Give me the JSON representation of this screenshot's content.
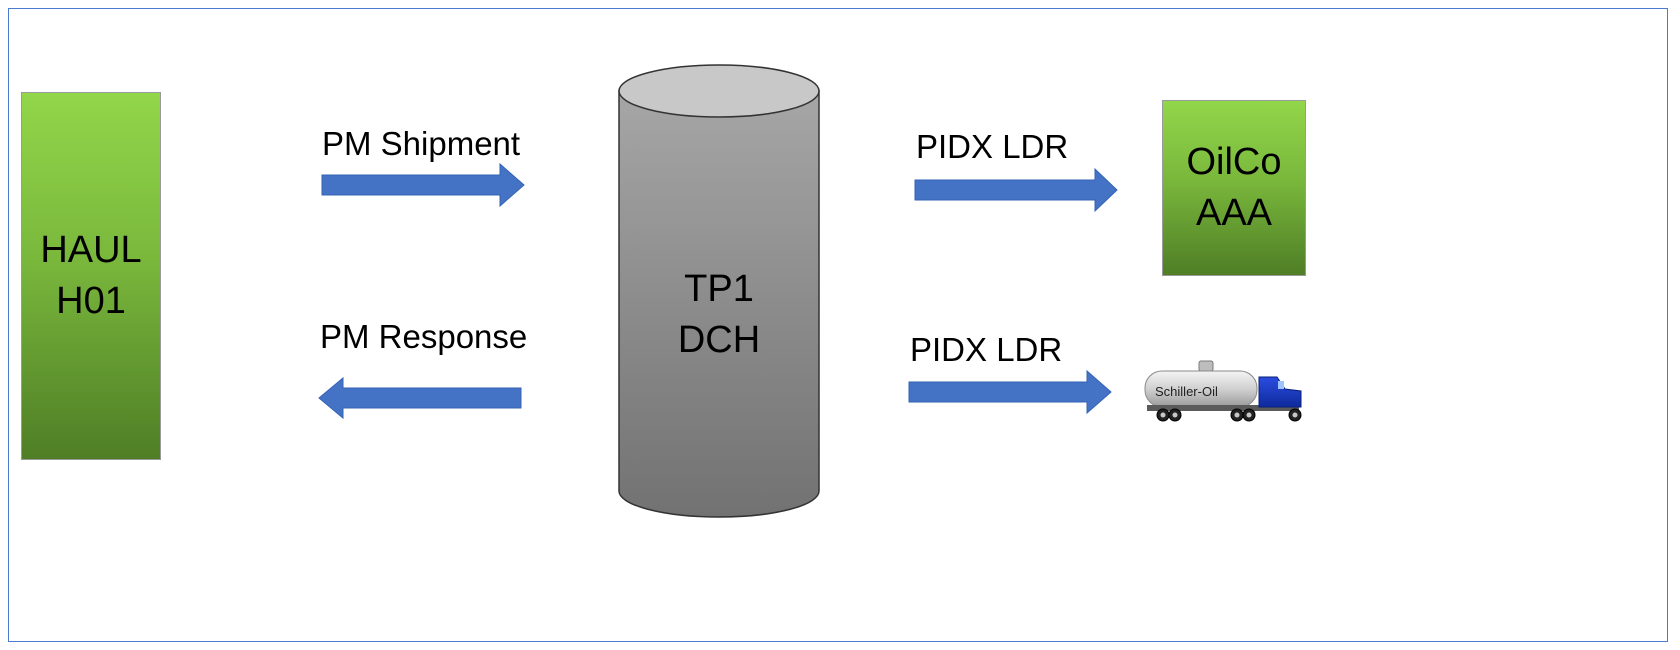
{
  "haul": {
    "line1": "HAUL",
    "line2": "H01"
  },
  "hub": {
    "line1": "TP1",
    "line2": "DCH"
  },
  "oilco": {
    "line1": "OilCo",
    "line2": "AAA"
  },
  "flows": {
    "pm_shipment": "PM Shipment",
    "pm_response": "PM Response",
    "pidx_ldr_oilco": "PIDX LDR",
    "pidx_ldr_truck": "PIDX LDR"
  },
  "truck": {
    "tank_label": "Schiller-Oil",
    "icon": "tanker-truck-icon"
  },
  "colors": {
    "arrow": "#4472c4",
    "green_top": "#92d64a",
    "green_bottom": "#4f7e26",
    "cylinder_body": "#8c8c8c",
    "truck_cab": "#1f3fd0",
    "frame": "#4a7bd0"
  }
}
